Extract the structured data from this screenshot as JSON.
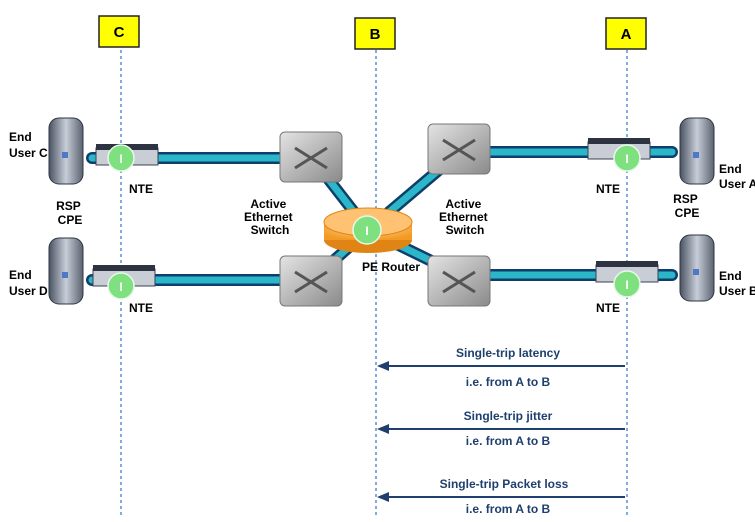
{
  "points": {
    "a": "A",
    "b": "B",
    "c": "C"
  },
  "end_users": {
    "c": [
      "End",
      "User C"
    ],
    "d": [
      "End",
      "User D"
    ],
    "a": [
      "End",
      "User A"
    ],
    "b": [
      "End",
      "User B"
    ]
  },
  "rsp_cpe": {
    "left": [
      "RSP",
      "CPE"
    ],
    "right": [
      "RSP",
      "CPE"
    ]
  },
  "nte_label": "NTE",
  "switch_label": [
    "Active",
    "Ethernet",
    "Switch"
  ],
  "pe_router_label": "PE Router",
  "measurement_point_glyph": "I",
  "measurements": [
    {
      "title": "Single-trip latency",
      "subtitle": "i.e. from A to B"
    },
    {
      "title": "Single-trip jitter",
      "subtitle": "i.e. from A to B"
    },
    {
      "title": "Single-trip Packet loss",
      "subtitle": "i.e. from A to B"
    }
  ],
  "colors": {
    "link": "#2bb7c9",
    "point_box": "#ffff00",
    "arrow": "#1f3f6e",
    "measurement_point": "#7fe07f"
  }
}
